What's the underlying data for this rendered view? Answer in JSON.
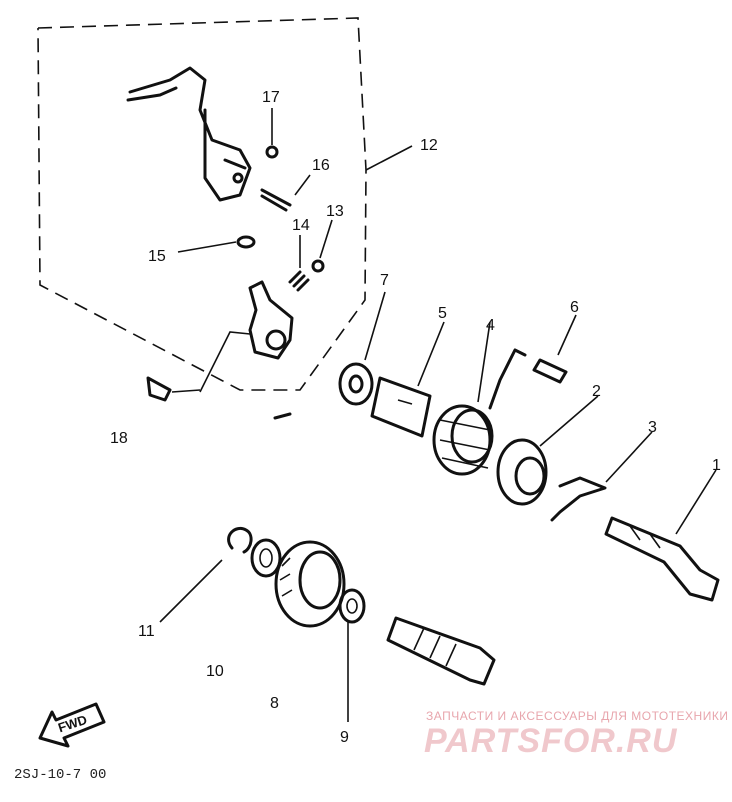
{
  "callouts": [
    "1",
    "2",
    "3",
    "4",
    "5",
    "6",
    "7",
    "8",
    "9",
    "10",
    "11",
    "12",
    "13",
    "14",
    "15",
    "16",
    "17",
    "18"
  ],
  "fwd_label": "FWD",
  "drawing_code": "2SJ-10-7 00",
  "watermark": {
    "line1": "ЗАПЧАСТИ И АКСЕССУАРЫ ДЛЯ МОТОТЕХНИКИ",
    "line2": "PARTSFOR.RU"
  }
}
